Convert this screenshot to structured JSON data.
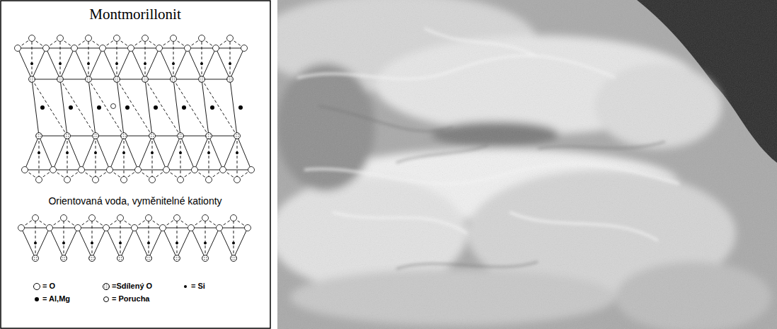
{
  "diagram": {
    "title": "Montmorillonit",
    "labels": [
      "Orientovaná voda, vyměnitelné kationty"
    ],
    "legend": [
      {
        "text": "= O"
      },
      {
        "text": "=Sdílený O"
      },
      {
        "text": "= Si"
      },
      {
        "text": "= Al,Mg"
      },
      {
        "text": "= Porucha"
      }
    ]
  }
}
